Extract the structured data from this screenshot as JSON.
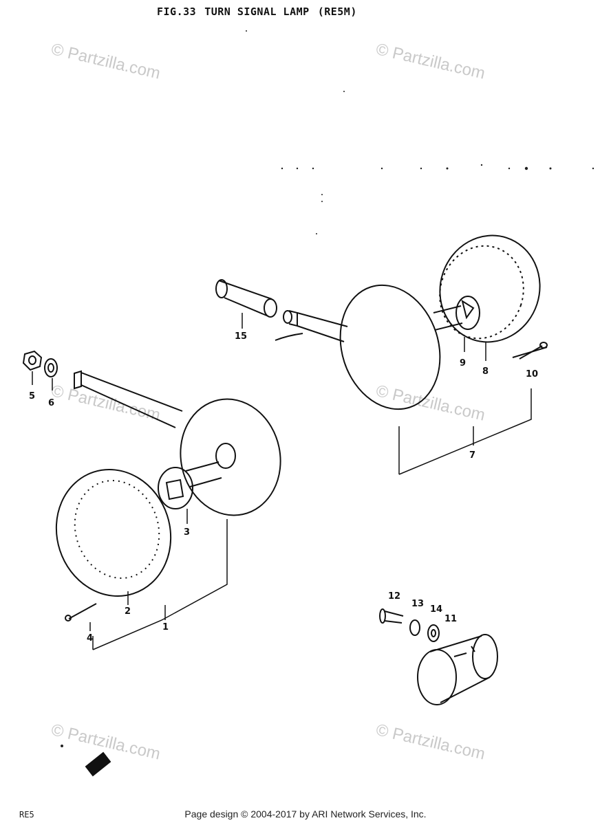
{
  "header": {
    "fig": "FIG.33",
    "title": "TURN SIGNAL LAMP",
    "model": "(RE5M)"
  },
  "watermark": "© Partzilla.com",
  "callouts": [
    "1",
    "2",
    "3",
    "4",
    "5",
    "6",
    "7",
    "8",
    "9",
    "10",
    "11",
    "12",
    "13",
    "14",
    "15"
  ],
  "footer": {
    "section": "RE5",
    "copyright": "Page design © 2004-2017 by ARI Network Services, Inc."
  }
}
